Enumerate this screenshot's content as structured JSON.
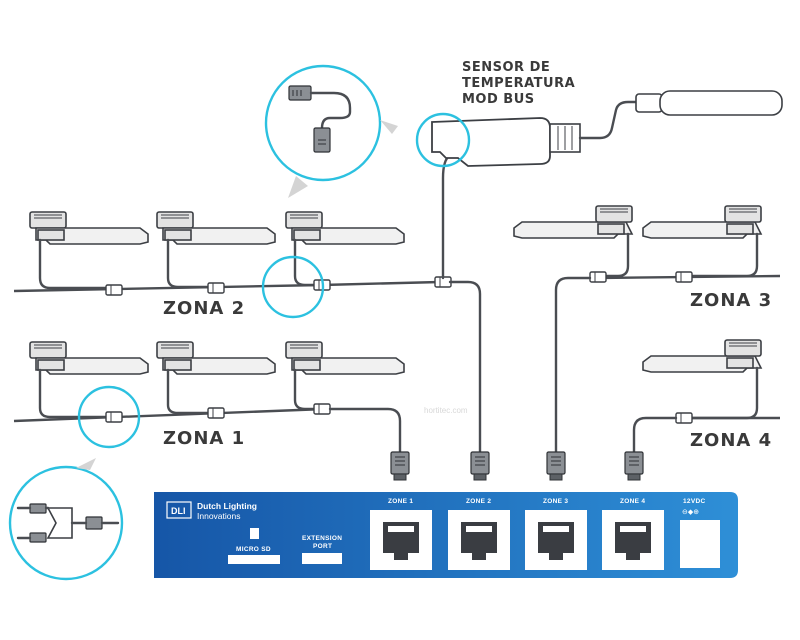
{
  "sensor": {
    "title_lines": [
      "SENSOR DE",
      "TEMPERATURA",
      "MOD BUS"
    ]
  },
  "zones": [
    {
      "label": "ZONA 2"
    },
    {
      "label": "ZONA 1"
    },
    {
      "label": "ZONA 3"
    },
    {
      "label": "ZONA 4"
    }
  ],
  "controller": {
    "brand_line1": "Dutch Lighting",
    "brand_line2": "Innovations",
    "logo_text": "DLI",
    "micro_sd_label": "MICRO SD",
    "extension_port_line1": "EXTENSION",
    "extension_port_line2": "PORT",
    "ports": [
      {
        "label": "ZONE 1"
      },
      {
        "label": "ZONE 2"
      },
      {
        "label": "ZONE 3"
      },
      {
        "label": "ZONE 4"
      }
    ],
    "power_label": "12VDC",
    "power_symbol": "⊖◆⊕",
    "colors": {
      "panel_start": "#1656a7",
      "panel_end": "#2e8fd7"
    }
  },
  "highlight_color": "#2cc1e0",
  "watermark": "hortitec.com"
}
